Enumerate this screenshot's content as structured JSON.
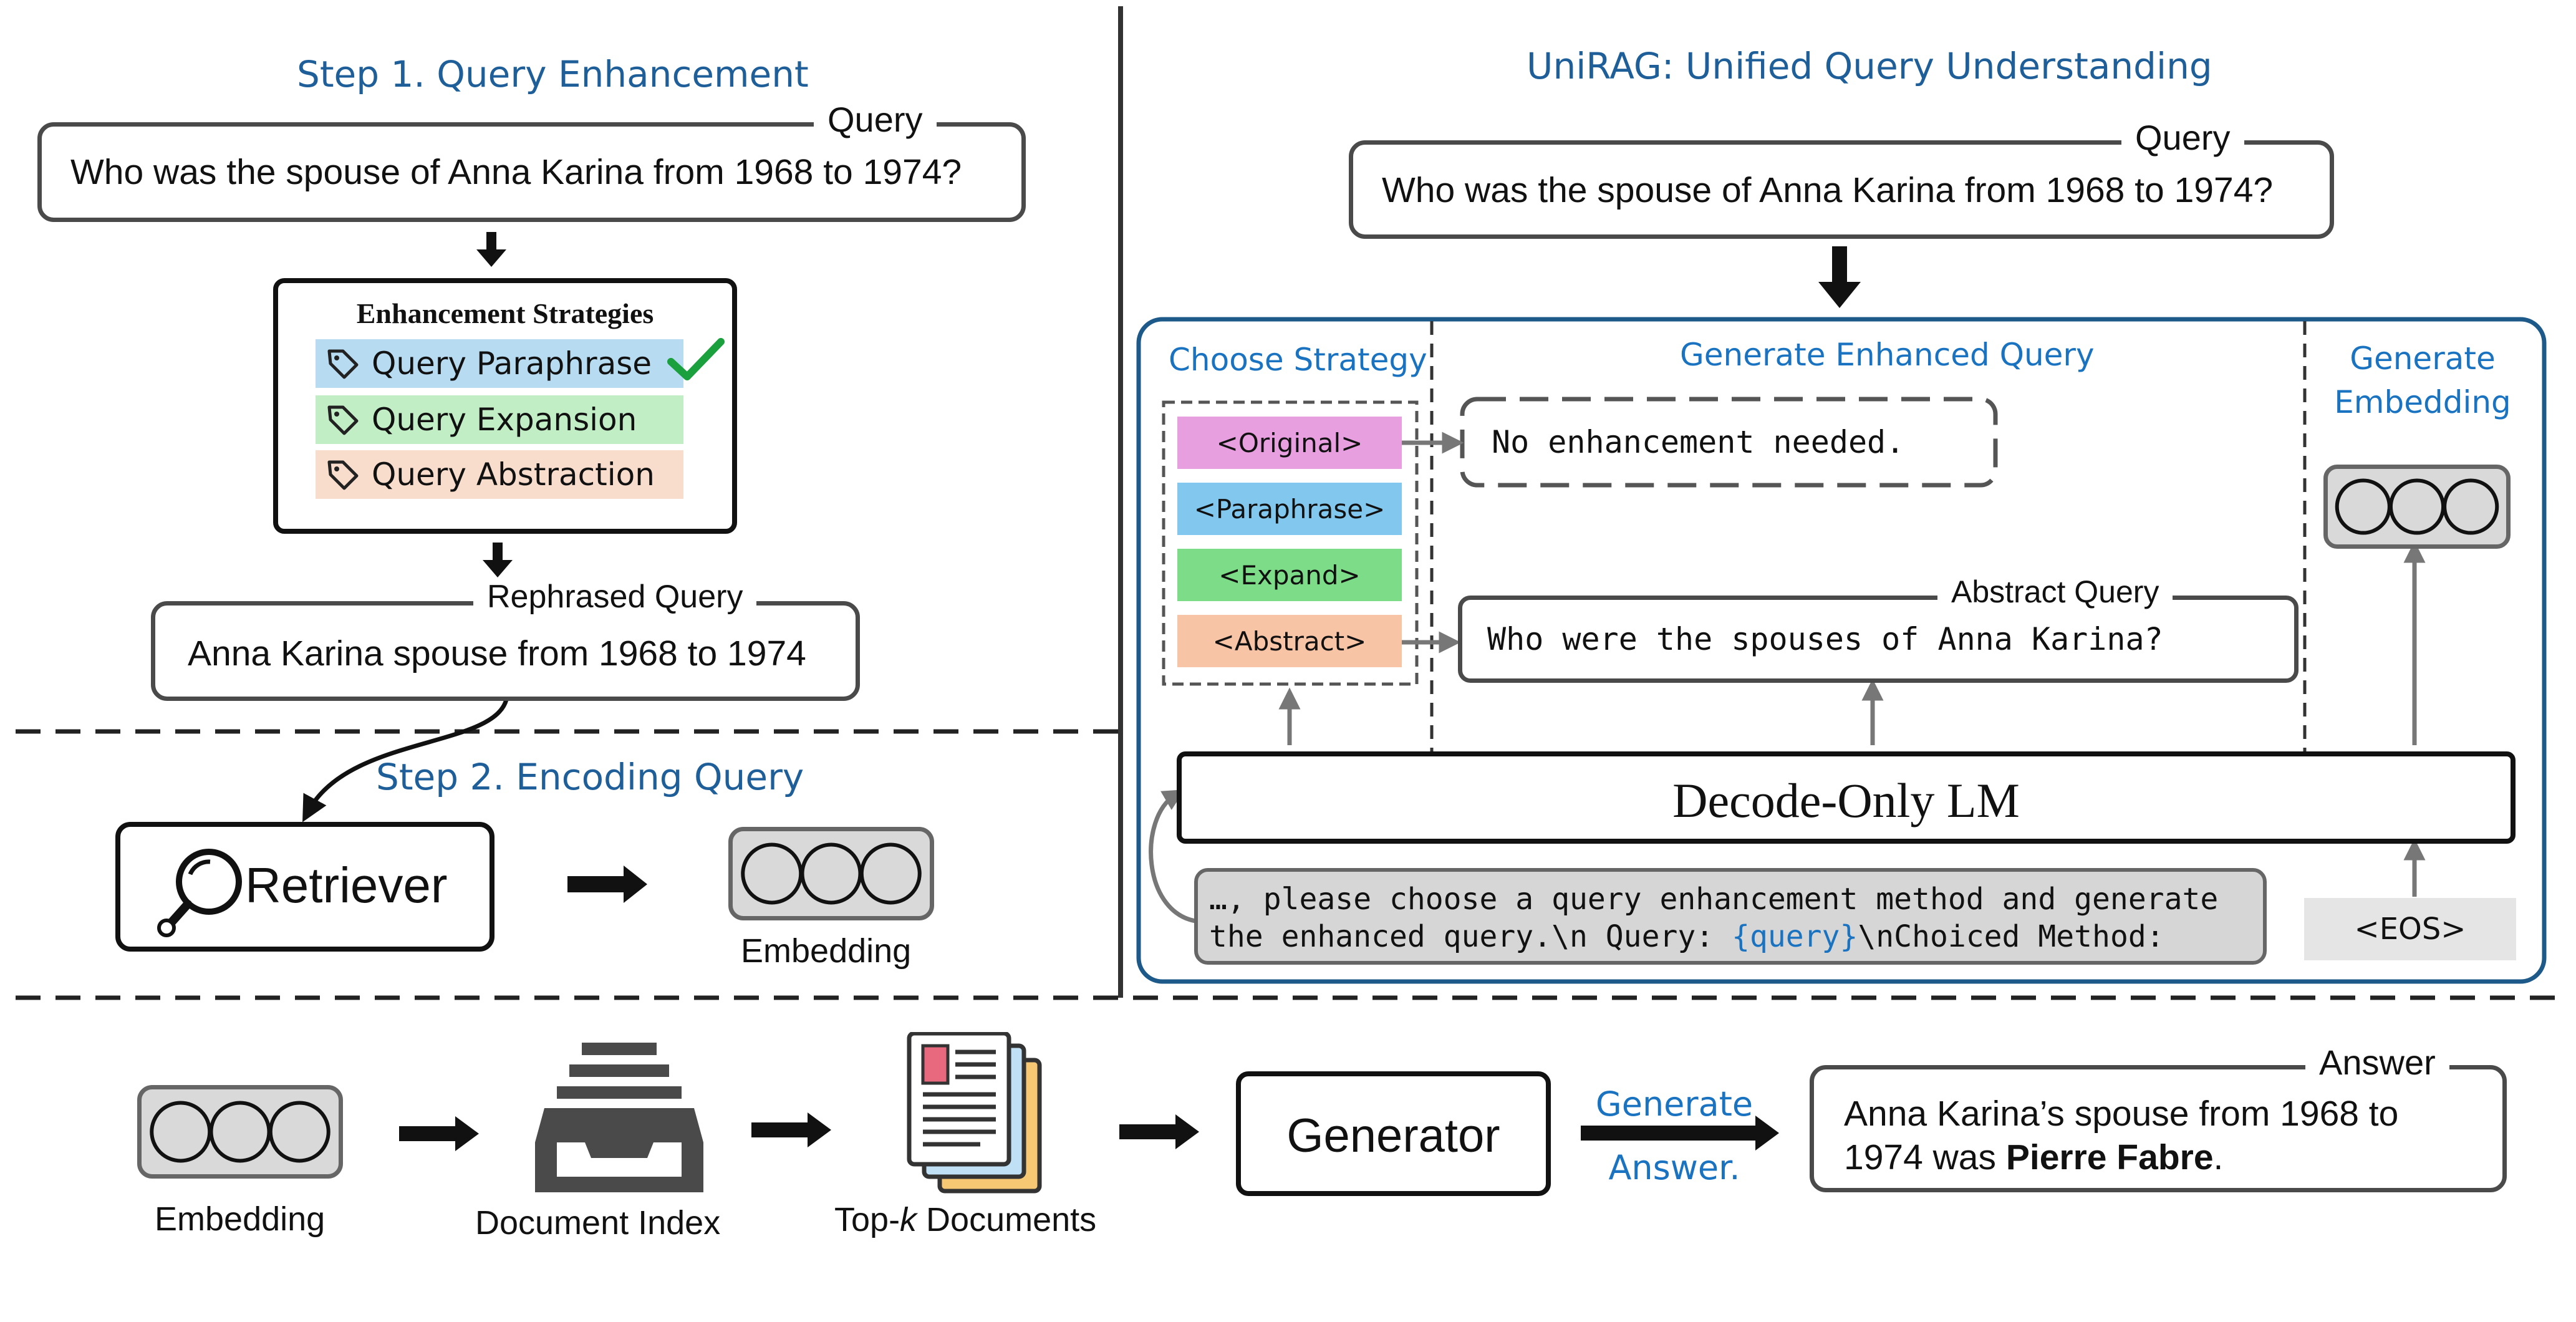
{
  "step1": {
    "title": "Step 1. Query Enhancement",
    "query_label": "Query",
    "query_text": "Who was the spouse of Anna Karina from 1968 to 1974?",
    "strategies_title": "Enhancement Strategies",
    "strategies": [
      {
        "label": "Query Paraphrase",
        "color": "#b7dcf2",
        "selected": true
      },
      {
        "label": "Query Expansion",
        "color": "#c2eec6",
        "selected": false
      },
      {
        "label": "Query Abstraction",
        "color": "#f9ddcc",
        "selected": false
      }
    ],
    "rephrased_label": "Rephrased Query",
    "rephrased_text": "Anna Karina spouse from 1968 to 1974"
  },
  "step2": {
    "title": "Step 2. Encoding Query",
    "retriever_label": "Retriever",
    "embedding_label": "Embedding"
  },
  "unirag": {
    "title": "UniRAG: Unified Query Understanding",
    "query_label": "Query",
    "query_text": "Who was the spouse of Anna Karina from 1968 to 1974?",
    "choose_strategy_title": "Choose Strategy",
    "generate_query_title": "Generate Enhanced Query",
    "generate_embedding_title_1": "Generate",
    "generate_embedding_title_2": "Embedding",
    "strategy_tokens": [
      {
        "label": "<Original>",
        "color": "#e79fe0"
      },
      {
        "label": "<Paraphrase>",
        "color": "#82c8ee"
      },
      {
        "label": "<Expand>",
        "color": "#7ddc87"
      },
      {
        "label": "<Abstract>",
        "color": "#f7c4a6"
      }
    ],
    "no_enhancement_text": "No enhancement needed.",
    "abstract_label": "Abstract Query",
    "abstract_text": "Who were the spouses of Anna Karina?",
    "lm_label": "Decode-Only LM",
    "prompt_line1": "…, please choose a query enhancement method and generate",
    "prompt_line2_pre": "the enhanced query.\\n Query: ",
    "prompt_placeholder": "{query}",
    "prompt_line2_post": "\\nChoiced Method:",
    "eos_label": "<EOS>"
  },
  "pipeline": {
    "embedding_label": "Embedding",
    "index_label": "Document Index",
    "topk_pre": "Top-",
    "topk_k": "k",
    "topk_post": " Documents",
    "generator_label": "Generator",
    "generate_answer_1": "Generate",
    "generate_answer_2": "Answer.",
    "answer_label": "Answer",
    "answer_pre": "Anna Karina’s spouse from 1968 to",
    "answer_line2_pre": "1974 was ",
    "answer_bold": "Pierre Fabre",
    "answer_end": "."
  },
  "colors": {
    "title_blue": "#1f5f99",
    "link_blue": "#1a73c0",
    "frame_blue": "#1d5a8a",
    "check_green": "#1aa03c",
    "embedding_gray": "#d9d9d9"
  }
}
